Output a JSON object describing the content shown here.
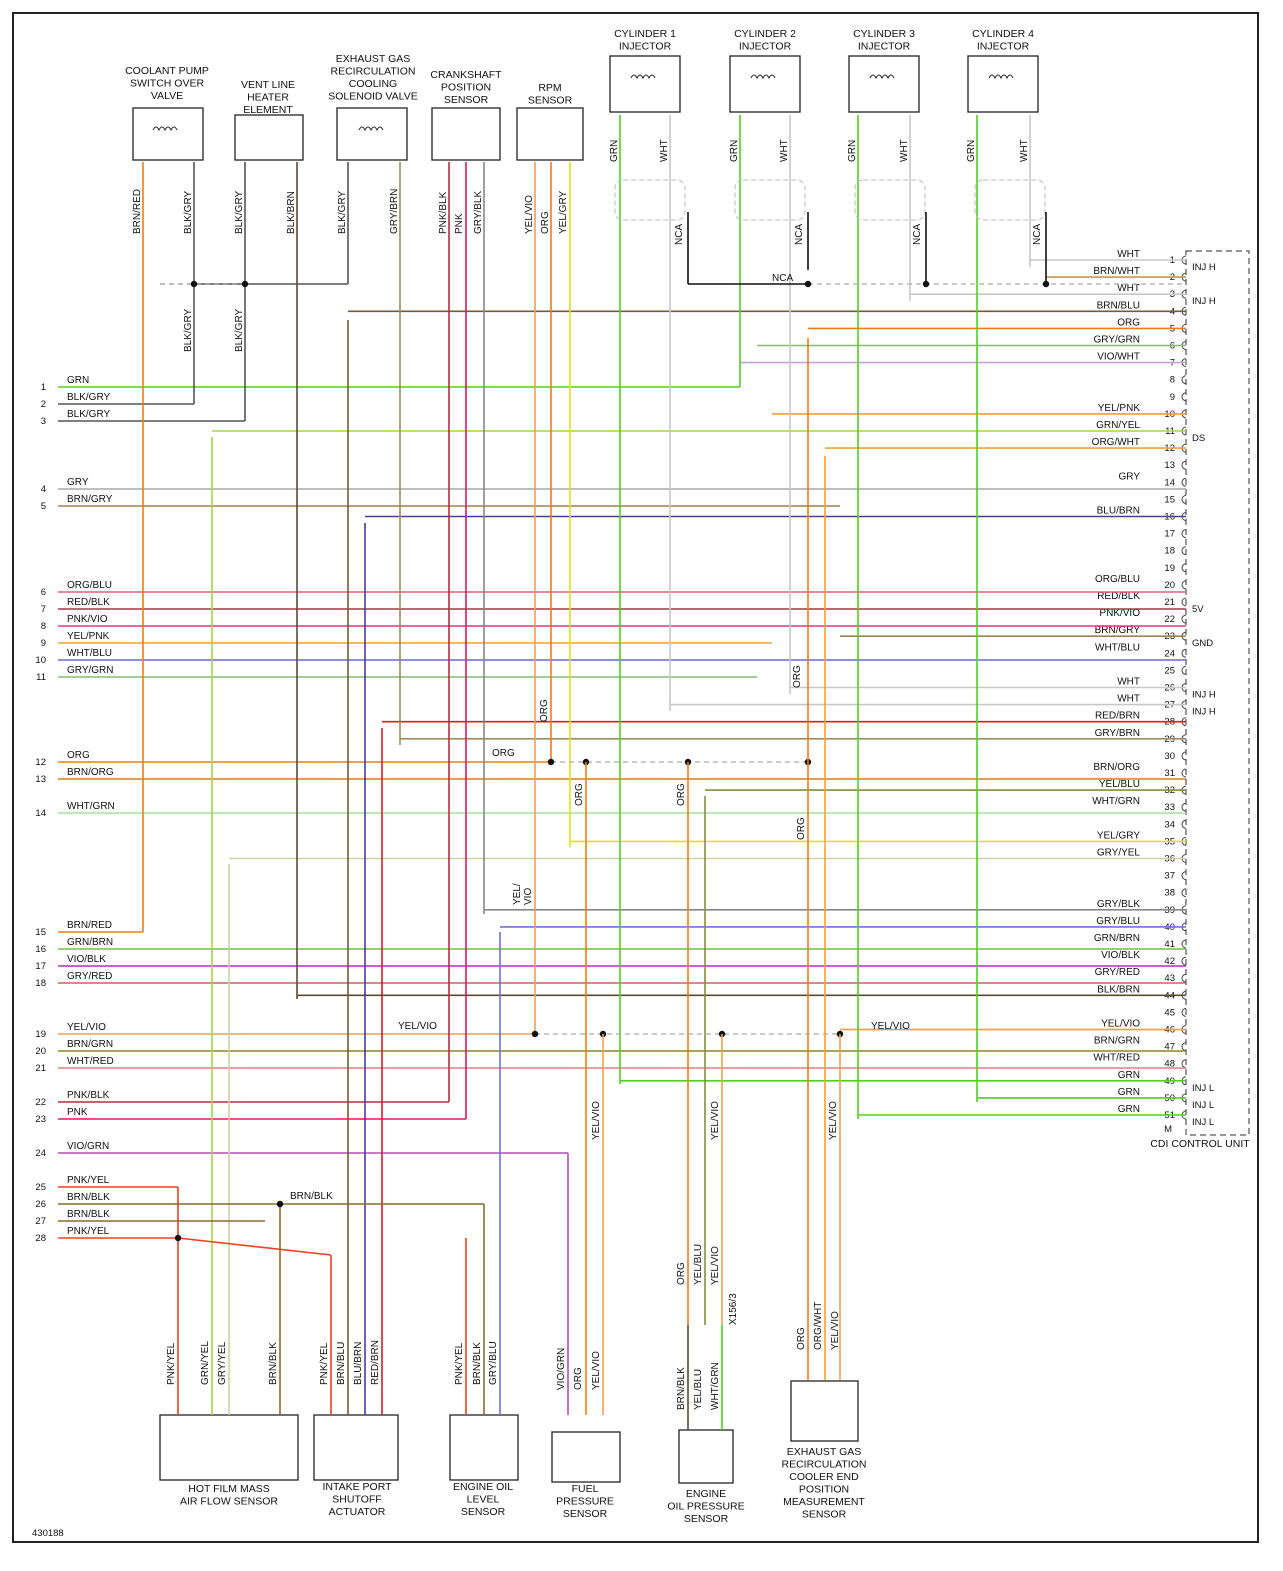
{
  "diagram_id": "430188",
  "control_unit": {
    "name": "CDI CONTROL UNIT",
    "pin_m": "M",
    "groups": [
      {
        "label": "INJ H",
        "pin": 1
      },
      {
        "label": "INJ H",
        "pin": 3
      },
      {
        "label": "DS",
        "pin": 11
      },
      {
        "label": "5V",
        "pin": 21
      },
      {
        "label": "GND",
        "pin": 23
      },
      {
        "label": "INJ H",
        "pin": 26
      },
      {
        "label": "INJ H",
        "pin": 27
      },
      {
        "label": "INJ L",
        "pin": 49
      },
      {
        "label": "INJ L",
        "pin": 50
      },
      {
        "label": "INJ L",
        "pin": 51
      }
    ],
    "pins": [
      {
        "n": 1,
        "wire": "WHT",
        "color": "#c8c8c8"
      },
      {
        "n": 2,
        "wire": "BRN/WHT",
        "color": "#c79a4a"
      },
      {
        "n": 3,
        "wire": "WHT",
        "color": "#c8c8c8"
      },
      {
        "n": 4,
        "wire": "BRN/BLU",
        "color": "#7a5a30"
      },
      {
        "n": 5,
        "wire": "ORG",
        "color": "#f07d10"
      },
      {
        "n": 6,
        "wire": "GRY/GRN",
        "color": "#8ab87a"
      },
      {
        "n": 7,
        "wire": "VIO/WHT",
        "color": "#c9a0e0"
      },
      {
        "n": 8,
        "wire": "",
        "color": ""
      },
      {
        "n": 9,
        "wire": "",
        "color": ""
      },
      {
        "n": 10,
        "wire": "YEL/PNK",
        "color": "#f4a030"
      },
      {
        "n": 11,
        "wire": "GRN/YEL",
        "color": "#a6d640"
      },
      {
        "n": 12,
        "wire": "ORG/WHT",
        "color": "#f0a040"
      },
      {
        "n": 13,
        "wire": "",
        "color": ""
      },
      {
        "n": 14,
        "wire": "GRY",
        "color": "#a8a8a8"
      },
      {
        "n": 15,
        "wire": "",
        "color": ""
      },
      {
        "n": 16,
        "wire": "BLU/BRN",
        "color": "#4a3aa0"
      },
      {
        "n": 17,
        "wire": "",
        "color": ""
      },
      {
        "n": 18,
        "wire": "",
        "color": ""
      },
      {
        "n": 19,
        "wire": "",
        "color": ""
      },
      {
        "n": 20,
        "wire": "ORG/BLU",
        "color": "#e0607a"
      },
      {
        "n": 21,
        "wire": "RED/BLK",
        "color": "#b03040"
      },
      {
        "n": 22,
        "wire": "PNK/VIO",
        "color": "#f0308a"
      },
      {
        "n": 23,
        "wire": "BRN/GRY",
        "color": "#a08050"
      },
      {
        "n": 24,
        "wire": "WHT/BLU",
        "color": "#6a6ad8"
      },
      {
        "n": 25,
        "wire": "",
        "color": ""
      },
      {
        "n": 26,
        "wire": "WHT",
        "color": "#c8c8c8"
      },
      {
        "n": 27,
        "wire": "WHT",
        "color": "#c8c8c8"
      },
      {
        "n": 28,
        "wire": "RED/BRN",
        "color": "#d02020"
      },
      {
        "n": 29,
        "wire": "GRY/BRN",
        "color": "#a08a60"
      },
      {
        "n": 30,
        "wire": "",
        "color": ""
      },
      {
        "n": 31,
        "wire": "BRN/ORG",
        "color": "#d08020"
      },
      {
        "n": 32,
        "wire": "YEL/BLU",
        "color": "#8a8a40"
      },
      {
        "n": 33,
        "wire": "WHT/GRN",
        "color": "#a8e0a0"
      },
      {
        "n": 34,
        "wire": "",
        "color": ""
      },
      {
        "n": 35,
        "wire": "YEL/GRY",
        "color": "#e0e020"
      },
      {
        "n": 36,
        "wire": "GRY/YEL",
        "color": "#d0d0a0"
      },
      {
        "n": 37,
        "wire": "",
        "color": ""
      },
      {
        "n": 38,
        "wire": "",
        "color": ""
      },
      {
        "n": 39,
        "wire": "GRY/BLK",
        "color": "#888888"
      },
      {
        "n": 40,
        "wire": "GRY/BLU",
        "color": "#7070e0"
      },
      {
        "n": 41,
        "wire": "GRN/BRN",
        "color": "#70c040"
      },
      {
        "n": 42,
        "wire": "VIO/BLK",
        "color": "#b030c0"
      },
      {
        "n": 43,
        "wire": "GRY/RED",
        "color": "#d06060"
      },
      {
        "n": 44,
        "wire": "BLK/BRN",
        "color": "#604830"
      },
      {
        "n": 45,
        "wire": "",
        "color": ""
      },
      {
        "n": 46,
        "wire": "YEL/VIO",
        "color": "#f0a050"
      },
      {
        "n": 47,
        "wire": "BRN/GRN",
        "color": "#8a8a20"
      },
      {
        "n": 48,
        "wire": "WHT/RED",
        "color": "#e08080"
      },
      {
        "n": 49,
        "wire": "GRN",
        "color": "#50d020"
      },
      {
        "n": 50,
        "wire": "GRN",
        "color": "#50d020"
      },
      {
        "n": 51,
        "wire": "GRN",
        "color": "#50d020"
      }
    ]
  },
  "left_connector": [
    {
      "n": "1",
      "wire": "GRN"
    },
    {
      "n": "2",
      "wire": "BLK/GRY"
    },
    {
      "n": "3",
      "wire": "BLK/GRY"
    },
    {
      "n": "4",
      "wire": "GRY"
    },
    {
      "n": "5",
      "wire": "BRN/GRY"
    },
    {
      "n": "6",
      "wire": "ORG/BLU"
    },
    {
      "n": "7",
      "wire": "RED/BLK"
    },
    {
      "n": "8",
      "wire": "PNK/VIO"
    },
    {
      "n": "9",
      "wire": "YEL/PNK"
    },
    {
      "n": "10",
      "wire": "WHT/BLU"
    },
    {
      "n": "11",
      "wire": "GRY/GRN"
    },
    {
      "n": "12",
      "wire": "ORG"
    },
    {
      "n": "13",
      "wire": "BRN/ORG"
    },
    {
      "n": "14",
      "wire": "WHT/GRN"
    },
    {
      "n": "15",
      "wire": "BRN/RED"
    },
    {
      "n": "16",
      "wire": "GRN/BRN"
    },
    {
      "n": "17",
      "wire": "VIO/BLK"
    },
    {
      "n": "18",
      "wire": "GRY/RED"
    },
    {
      "n": "19",
      "wire": "YEL/VIO"
    },
    {
      "n": "20",
      "wire": "BRN/GRN"
    },
    {
      "n": "21",
      "wire": "WHT/RED"
    },
    {
      "n": "22",
      "wire": "PNK/BLK"
    },
    {
      "n": "23",
      "wire": "PNK"
    },
    {
      "n": "24",
      "wire": "VIO/GRN"
    },
    {
      "n": "25",
      "wire": "PNK/YEL"
    },
    {
      "n": "26",
      "wire": "BRN/BLK"
    },
    {
      "n": "27",
      "wire": "BRN/BLK"
    },
    {
      "n": "28",
      "wire": "PNK/YEL"
    }
  ],
  "top_components": {
    "coolant": "COOLANT PUMP|SWITCH OVER|VALVE",
    "vent": "VENT LINE|HEATER|ELEMENT",
    "egr": "EXHAUST GAS|RECIRCULATION|COOLING|SOLENOID VALVE",
    "crank": "CRANKSHAFT|POSITION|SENSOR",
    "rpm": "RPM|SENSOR",
    "cyl1": "CYLINDER 1|INJECTOR",
    "cyl2": "CYLINDER 2|INJECTOR",
    "cyl3": "CYLINDER 3|INJECTOR",
    "cyl4": "CYLINDER 4|INJECTOR"
  },
  "bottom_components": {
    "hfm": "HOT FILM MASS|AIR FLOW SENSOR",
    "ipsa": "INTAKE PORT|SHUTOFF|ACTUATOR",
    "oil_level": "ENGINE OIL|LEVEL|SENSOR",
    "fuel": "FUEL|PRESSURE|SENSOR",
    "oil_press": "ENGINE|OIL PRESSURE|SENSOR",
    "egr_pos": "EXHAUST GAS|RECIRCULATION|COOLER END|POSITION|MEASUREMENT|SENSOR"
  },
  "misc_labels": {
    "nca": "NCA",
    "org": "ORG",
    "yel_vio": "YEL/VIO",
    "brn_blk": "BRN/BLK",
    "connector_x": "X156/3",
    "yel_vio_split": "YEL/|VIO"
  }
}
